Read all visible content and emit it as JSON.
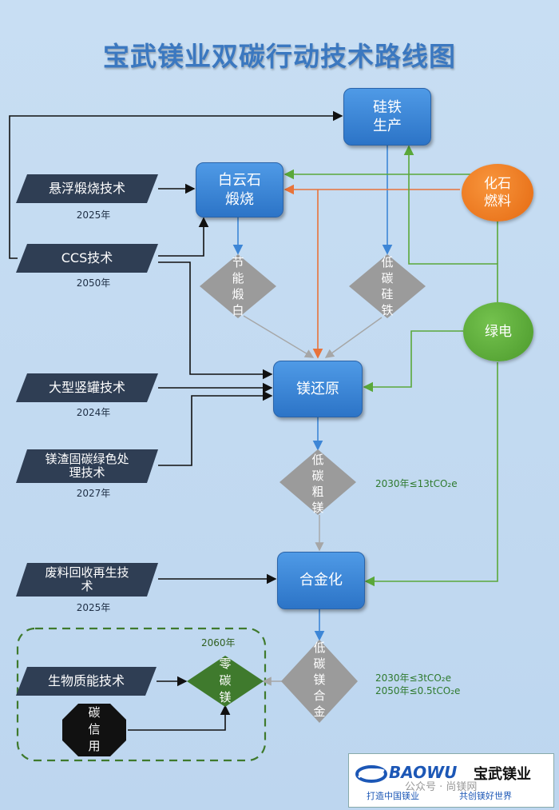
{
  "title": "宝武镁业双碳行动技术路线图",
  "process": {
    "silicon_iron": "硅铁\n生产",
    "dolomite": "白云石\n煅烧",
    "mg_reduction": "镁还原",
    "alloying": "合金化"
  },
  "energy": {
    "fossil_fuel": "化石\n燃料",
    "green_power": "绿电"
  },
  "intermediates": {
    "energy_saving_calcination": "节能煅白",
    "low_carbon_ferrosilicon": "低碳硅铁",
    "low_carbon_crude_mg": "低碳粗镁",
    "low_carbon_mg_alloy": "低碳镁合金",
    "zero_carbon_mg": "零碳镁"
  },
  "technologies": [
    {
      "label": "悬浮煅烧技术",
      "year": "2025年"
    },
    {
      "label": "CCS技术",
      "year": "2050年"
    },
    {
      "label": "大型竖罐技术",
      "year": "2024年"
    },
    {
      "label": "镁渣固碳绿色处理技术",
      "year": "2027年"
    },
    {
      "label": "废料回收再生技术",
      "year": "2025年"
    },
    {
      "label": "生物质能技术",
      "year": ""
    }
  ],
  "carbon_credit": "碳信用",
  "zero_carbon_year": "2060年",
  "targets": {
    "crude_mg": "2030年≤13tCO₂e",
    "alloy_2030": "2030年≤3tCO₂e",
    "alloy_2050": "2050年≤0.5tCO₂e"
  },
  "logo": {
    "brand": "BAOWU",
    "name": "宝武镁业",
    "slogan_left": "打造中国镁业",
    "slogan_right": "共创镁好世界",
    "watermark": "公众号 · 尚镁网"
  },
  "colors": {
    "process_blue": "#3b86d8",
    "tech_dark": "#2f3e54",
    "fossil_orange": "#ef7a1f",
    "green_power": "#5cab3a",
    "zero_carbon_green": "#3f7a2d",
    "diamond_grey": "#9b9b9b"
  }
}
